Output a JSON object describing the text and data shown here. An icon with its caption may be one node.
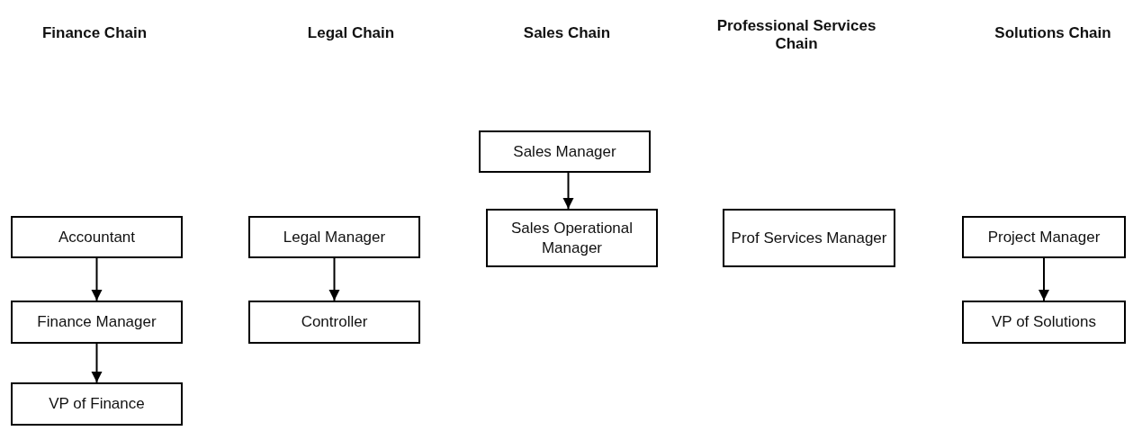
{
  "diagram": {
    "nodes": [
      {
        "text": [
          "Accountant"
        ]
      },
      {
        "text": [
          "Finance Manager"
        ]
      },
      {
        "text": [
          "VP of Finance"
        ]
      },
      {
        "text": [
          "Legal Manager"
        ]
      },
      {
        "text": [
          "Controller"
        ]
      },
      {
        "text": [
          "Sales Manager"
        ]
      },
      {
        "text": [
          "Sales Operational Manager"
        ]
      },
      {
        "text": [
          "Prof Services Manager"
        ]
      },
      {
        "text": [
          "Project Manager"
        ]
      },
      {
        "text": [
          "VP of Solutions"
        ]
      }
    ],
    "edges": [
      {
        "from": 0,
        "to": 1,
        "arrow": "to"
      },
      {
        "from": 1,
        "to": 2,
        "arrow": "to"
      },
      {
        "from": 3,
        "to": 4,
        "arrow": "to"
      },
      {
        "from": 5,
        "to": 6,
        "arrow": "to"
      },
      {
        "from": 8,
        "to": 9,
        "arrow": "to"
      }
    ],
    "labels": [
      "Finance Chain",
      "Legal Chain",
      "Sales Chain",
      "Professional Services Chain",
      "Solutions Chain"
    ]
  }
}
